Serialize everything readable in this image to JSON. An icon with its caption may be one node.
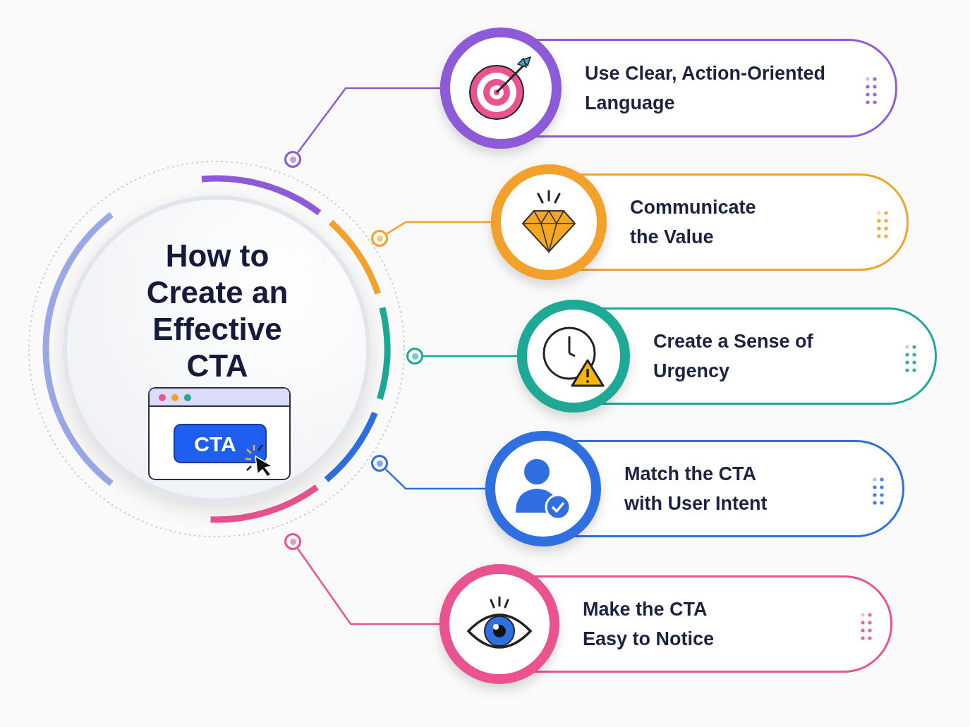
{
  "diagram": {
    "nodes": [
      {
        "text": [
          "How to Create an Effective CTA"
        ]
      },
      {
        "text": [
          "CTA"
        ],
        "in": 0
      },
      {
        "text": [
          "Use Clear, Action-Oriented Language"
        ]
      },
      {
        "text": [
          "Communicate the Value"
        ]
      },
      {
        "text": [
          "Create a Sense of Urgency"
        ]
      },
      {
        "text": [
          "Match the CTA with User Intent"
        ]
      },
      {
        "text": [
          "Make the CTA Easy to Notice"
        ]
      },
      {
        "text": [],
        "shape": "circle"
      },
      {
        "text": [],
        "shape": "circle"
      },
      {
        "text": [],
        "shape": "circle"
      },
      {
        "text": [],
        "shape": "circle"
      },
      {
        "text": [],
        "shape": "circle"
      }
    ],
    "edges": [
      {
        "from": 7,
        "to": 2,
        "arrow": "none",
        "color": "#8e5bd8"
      },
      {
        "from": 8,
        "to": 3,
        "arrow": "none",
        "color": "#f2a22c"
      },
      {
        "from": 9,
        "to": 4,
        "arrow": "none",
        "color": "#1ea896"
      },
      {
        "from": 10,
        "to": 5,
        "arrow": "none",
        "color": "#2f6fe0"
      },
      {
        "from": 11,
        "to": 6,
        "arrow": "none",
        "color": "#e9538f"
      }
    ]
  }
}
